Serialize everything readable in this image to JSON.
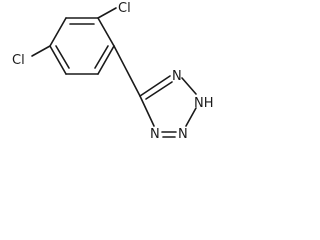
{
  "molecule": {
    "atoms": {
      "cl_top": "Cl",
      "cl_left": "Cl",
      "n_triple_top": "N",
      "nh": "NH",
      "n_bottom_left": "N",
      "n_bottom_right": "N"
    }
  }
}
